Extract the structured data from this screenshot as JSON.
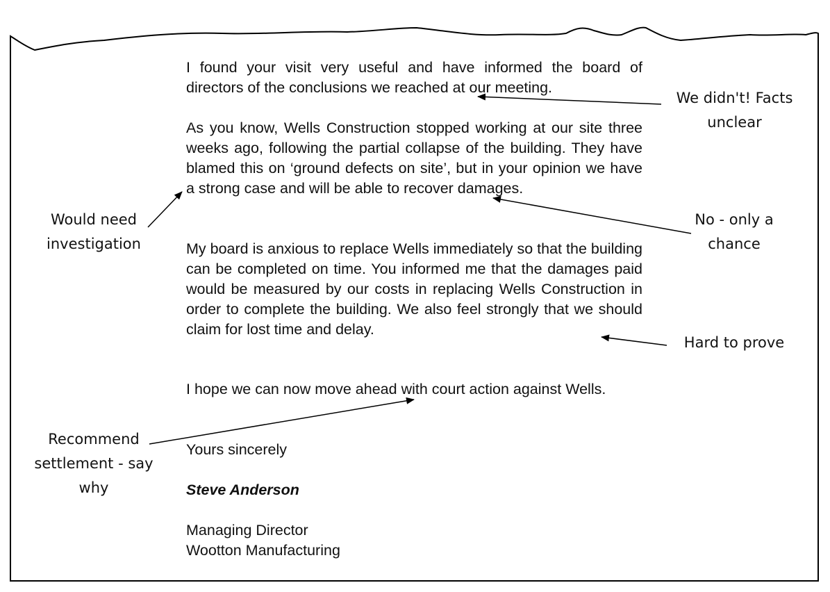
{
  "letter": {
    "paragraphs": [
      "I found your visit very useful and have informed the board of directors of the conclusions we reached at our meeting.",
      "As you know, Wells Construction stopped working at our site three weeks ago, following the partial collapse of the building.  They have blamed this on ‘ground defects on site’, but in your opinion we have a strong case and will be able to recover damages.",
      "My board is anxious to replace Wells immediately so that the building can be completed on time.  You informed me that the damages paid would be measured by our costs in replacing Wells Construction in order to complete the building.  We also feel strongly that we should claim for lost time and delay.",
      "I hope we can now move ahead with court action against Wells."
    ],
    "closing": "Yours sincerely",
    "signature": "Steve Anderson",
    "title": "Managing Director",
    "company": "Wootton Manufacturing"
  },
  "annotations": [
    {
      "id": "facts-unclear",
      "lines": [
        "We didn't!  Facts",
        "unclear"
      ]
    },
    {
      "id": "need-investigation",
      "lines": [
        "Would need",
        "investigation"
      ]
    },
    {
      "id": "only-a-chance",
      "lines": [
        "No - only a",
        "chance"
      ]
    },
    {
      "id": "hard-to-prove",
      "lines": [
        "Hard to prove"
      ]
    },
    {
      "id": "recommend-settlement",
      "lines": [
        "Recommend",
        "settlement - say",
        "why"
      ]
    }
  ]
}
